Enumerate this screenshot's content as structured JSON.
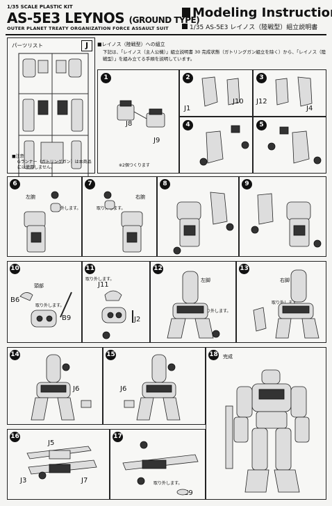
{
  "header": {
    "scale": "1/35 SCALE PLASTIC KIT",
    "title": "AS-5E3 LEYNOS",
    "title_suffix": "(GROUND TYPE)",
    "subtitle": "OUTER PLANET TREATY ORGANIZATION FORCE ASSAULT SUIT",
    "instruction_title": "Modeling Instruction",
    "instruction_sub": "1/35 AS-5E3 レイノス（陸戦型）組立説明書"
  },
  "parts": {
    "label": "パーツリスト",
    "sprue_letter": "J",
    "note_title": "■注意",
    "note_body": "Gランナー（ガトリングガン）は本商品には使用しません。"
  },
  "intro": {
    "heading": "■レイノス（陸戦型）への組立",
    "body": "下記は、「レイノス（主人公機）」組立説明書 30 完成状態（ガトリングガン組立を除く）から、「レイノス（陸戦型）」を組み立てる手順を説明しています。"
  },
  "steps": {
    "s1": {
      "num": "1",
      "labels": [
        "J8",
        "J9"
      ],
      "note": "※2個つくります"
    },
    "s2": {
      "num": "2",
      "labels": [
        "J1",
        "J10"
      ]
    },
    "s3": {
      "num": "3",
      "labels": [
        "J12",
        "J4"
      ]
    },
    "s4": {
      "num": "4"
    },
    "s5": {
      "num": "5"
    },
    "s6": {
      "num": "6",
      "title": "左腕",
      "remove": "取り外します。"
    },
    "s7": {
      "num": "7",
      "title": "右腕",
      "remove": "取り外します。"
    },
    "s8": {
      "num": "8"
    },
    "s9": {
      "num": "9"
    },
    "s10": {
      "num": "10",
      "title": "頭部",
      "labels": [
        "B6",
        "B9"
      ],
      "remove": "取り外します。"
    },
    "s11": {
      "num": "11",
      "labels": [
        "J11",
        "J2"
      ],
      "remove": "取り外します。"
    },
    "s12": {
      "num": "12",
      "title": "左脚",
      "remove": "取り外します。"
    },
    "s13": {
      "num": "13",
      "title": "右脚",
      "remove": "取り外します。"
    },
    "s14": {
      "num": "14",
      "labels": [
        "J6"
      ]
    },
    "s15": {
      "num": "15",
      "labels": [
        "J6"
      ]
    },
    "s16": {
      "num": "16",
      "labels": [
        "J5",
        "J3",
        "J7"
      ]
    },
    "s17": {
      "num": "17",
      "labels": [
        "E9"
      ],
      "remove": "取り外します。"
    },
    "s18": {
      "num": "18",
      "title": "完成"
    }
  }
}
